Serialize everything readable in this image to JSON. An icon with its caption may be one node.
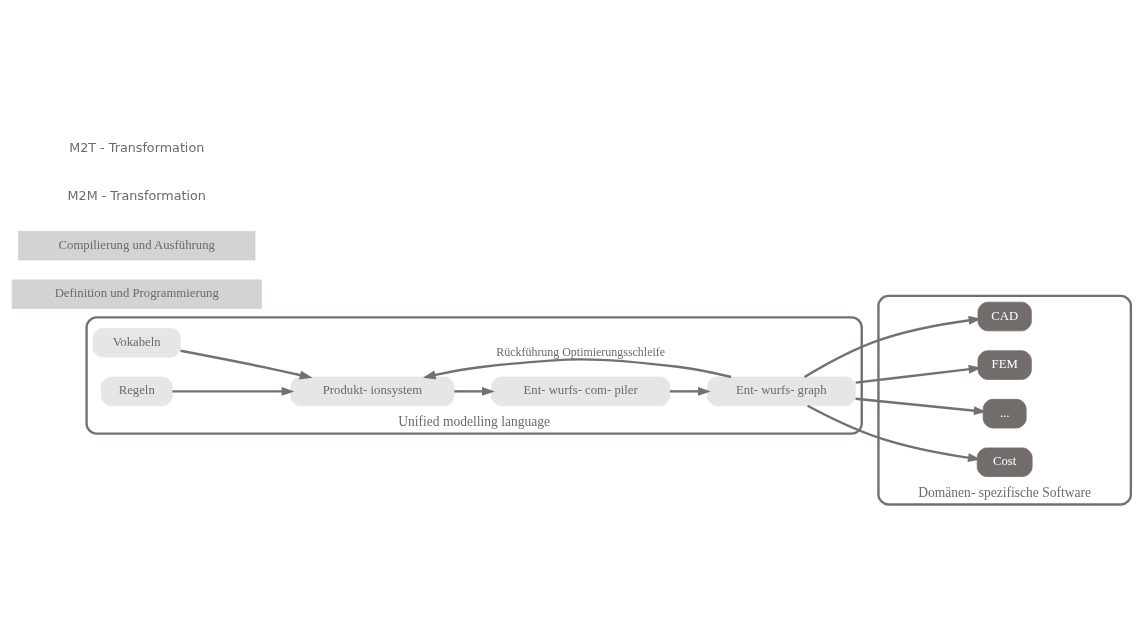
{
  "diagram": {
    "nodes": [
      {
        "text": [
          "Unified modelling language"
        ]
      },
      {
        "text": [
          "Vokabeln"
        ],
        "in": 0
      },
      {
        "text": [
          "Regeln"
        ],
        "in": 0
      },
      {
        "text": [
          "Produkt- ionsystem"
        ],
        "in": 0
      },
      {
        "text": [
          "Ent- wurfs- com- piler"
        ],
        "in": 0
      },
      {
        "text": [
          "Ent- wurfs- graph"
        ],
        "in": 0
      },
      {
        "text": [
          "Domänen- spezifische Software"
        ]
      },
      {
        "text": [
          "CAD"
        ],
        "in": 6
      },
      {
        "text": [
          "FEM"
        ],
        "in": 6
      },
      {
        "text": [
          "..."
        ],
        "in": 6
      },
      {
        "text": [
          "Cost"
        ],
        "in": 6
      },
      {
        "text": [
          "Definition und Programmierung"
        ]
      },
      {
        "text": [
          "Compilierung und Ausführung"
        ]
      }
    ],
    "edges": [
      {
        "from": 1,
        "to": 3,
        "arrow": "to"
      },
      {
        "from": 2,
        "to": 3,
        "arrow": "to"
      },
      {
        "from": 3,
        "to": 4,
        "arrow": "to"
      },
      {
        "from": 4,
        "to": 5,
        "arrow": "to"
      },
      {
        "from": 5,
        "to": 3,
        "arrow": "to",
        "label": "Rückführung Optimierungsschleife"
      },
      {
        "from": 5,
        "to": 7,
        "arrow": "to"
      },
      {
        "from": 5,
        "to": 8,
        "arrow": "to"
      },
      {
        "from": 5,
        "to": 9,
        "arrow": "to"
      },
      {
        "from": 5,
        "to": 10,
        "arrow": "to"
      }
    ],
    "labels": [
      "M2M - Transformation",
      "M2T - Transformation"
    ]
  }
}
